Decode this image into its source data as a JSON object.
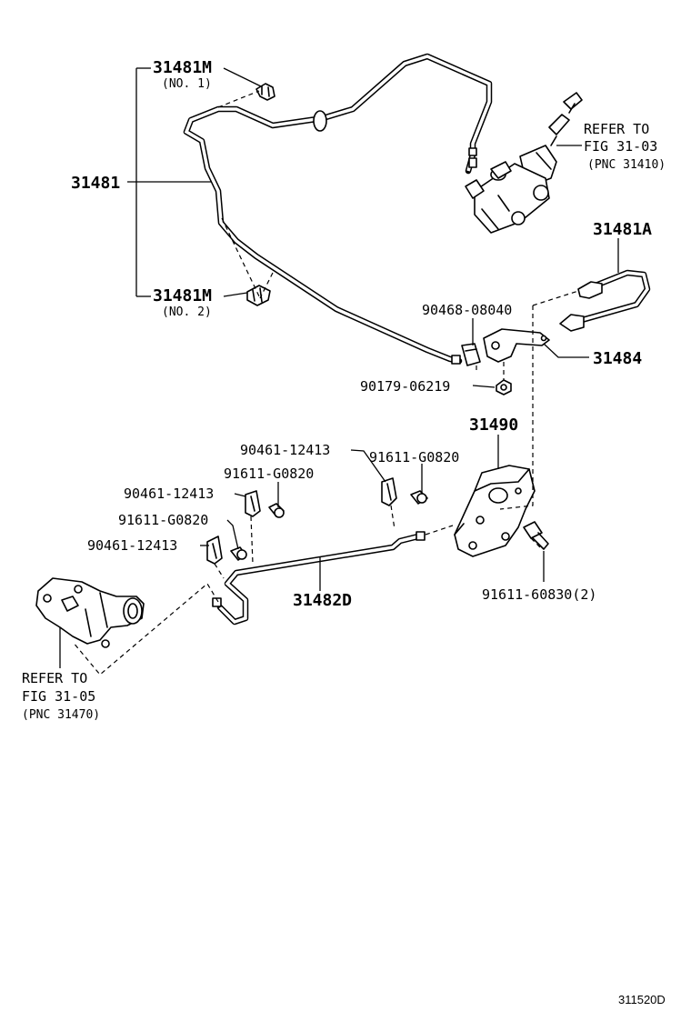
{
  "labels": {
    "p31481M_1": "31481M",
    "p31481M_1_sub": "(NO. 1)",
    "p31481": "31481",
    "p31481M_2": "31481M",
    "p31481M_2_sub": "(NO. 2)",
    "refer_top_1": "REFER TO",
    "refer_top_2": "FIG 31-03",
    "refer_top_3": "(PNC 31410)",
    "p31481A": "31481A",
    "p90468": "90468-08040",
    "p31484": "31484",
    "p90179": "90179-06219",
    "p31490": "31490",
    "p90461_a": "90461-12413",
    "p91611_a": "91611-G0820",
    "p91611_b": "91611-G0820",
    "p90461_b": "90461-12413",
    "p91611_c": "91611-G0820",
    "p90461_c": "90461-12413",
    "p31482D": "31482D",
    "p91611_60830": "91611-60830(2)",
    "refer_bot_1": "REFER TO",
    "refer_bot_2": "FIG 31-05",
    "refer_bot_3": "(PNC 31470)",
    "figure_id": "311520D"
  }
}
